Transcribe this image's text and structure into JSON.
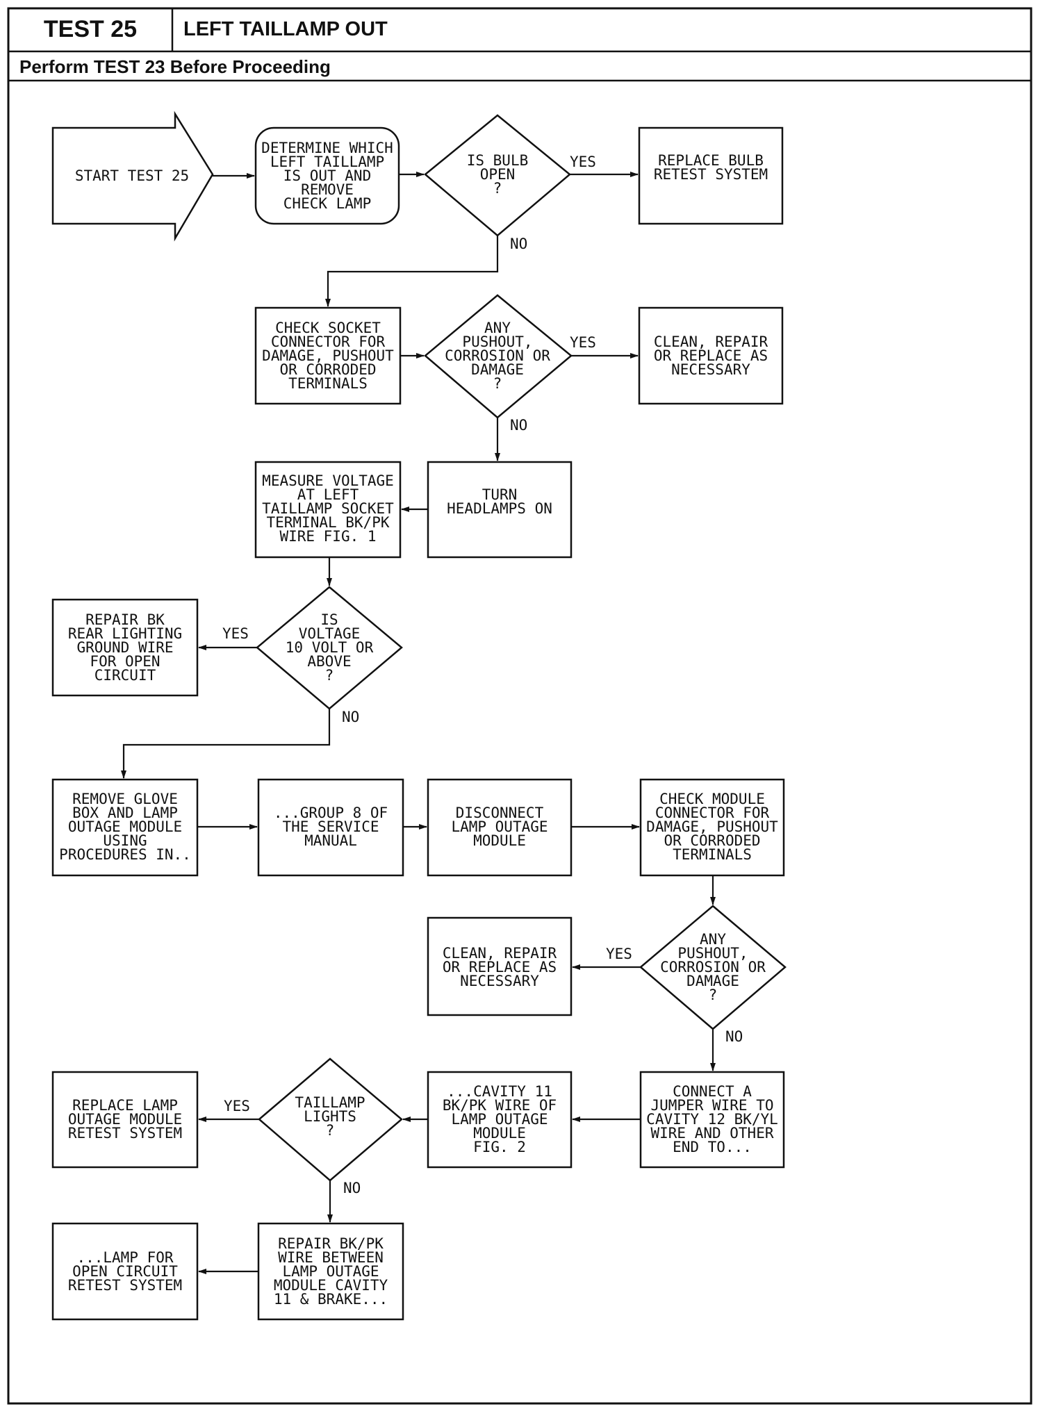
{
  "header": {
    "test_id": "TEST 25",
    "title": "LEFT TAILLAMP OUT",
    "prerequisite": "Perform TEST 23 Before Proceeding"
  },
  "nodes": {
    "start": [
      "START TEST 25"
    ],
    "determine": [
      "DETERMINE WHICH",
      "LEFT TAILLAMP",
      "IS OUT AND",
      "REMOVE",
      "CHECK LAMP"
    ],
    "bulb_open": [
      "IS BULB",
      "OPEN",
      "?"
    ],
    "replace_bulb": [
      "REPLACE BULB",
      "RETEST SYSTEM"
    ],
    "check_socket": [
      "CHECK SOCKET",
      "CONNECTOR FOR",
      "DAMAGE, PUSHOUT",
      "OR CORRODED",
      "TERMINALS"
    ],
    "any_pushout_1": [
      "ANY",
      "PUSHOUT,",
      "CORROSION OR",
      "DAMAGE",
      "?"
    ],
    "clean_repair_1": [
      "CLEAN, REPAIR",
      "OR REPLACE AS",
      "NECESSARY"
    ],
    "turn_headlamps": [
      "TURN",
      "HEADLAMPS ON"
    ],
    "measure_voltage": [
      "MEASURE VOLTAGE",
      "AT LEFT",
      "TAILLAMP SOCKET",
      "TERMINAL BK/PK",
      "WIRE FIG. 1"
    ],
    "is_voltage": [
      "IS",
      "VOLTAGE",
      "10 VOLT OR",
      "ABOVE",
      "?"
    ],
    "repair_ground": [
      "REPAIR BK",
      "REAR LIGHTING",
      "GROUND WIRE",
      "FOR OPEN",
      "CIRCUIT"
    ],
    "remove_glove": [
      "REMOVE GLOVE",
      "BOX AND LAMP",
      "OUTAGE MODULE",
      "USING",
      "PROCEDURES IN.."
    ],
    "group8": [
      "...GROUP 8 OF",
      "THE SERVICE",
      "MANUAL"
    ],
    "disconnect": [
      "DISCONNECT",
      "LAMP OUTAGE",
      "MODULE"
    ],
    "check_module": [
      "CHECK MODULE",
      "CONNECTOR FOR",
      "DAMAGE, PUSHOUT",
      "OR CORRODED",
      "TERMINALS"
    ],
    "any_pushout_2": [
      "ANY",
      "PUSHOUT,",
      "CORROSION OR",
      "DAMAGE",
      "?"
    ],
    "clean_repair_2": [
      "CLEAN, REPAIR",
      "OR REPLACE AS",
      "NECESSARY"
    ],
    "connect_jumper": [
      "CONNECT A",
      "JUMPER WIRE TO",
      "CAVITY 12 BK/YL",
      "WIRE AND OTHER",
      "END TO..."
    ],
    "cavity11": [
      "...CAVITY 11",
      "BK/PK WIRE OF",
      "LAMP OUTAGE",
      "MODULE",
      "FIG. 2"
    ],
    "taillamp_lights": [
      "TAILLAMP",
      "LIGHTS",
      "?"
    ],
    "replace_module": [
      "REPLACE LAMP",
      "OUTAGE MODULE",
      "RETEST SYSTEM"
    ],
    "repair_bkpk": [
      "REPAIR BK/PK",
      "WIRE BETWEEN",
      "LAMP OUTAGE",
      "MODULE CAVITY",
      "11 & BRAKE..."
    ],
    "lamp_open": [
      "...LAMP FOR",
      "OPEN CIRCUIT",
      "RETEST SYSTEM"
    ]
  },
  "edge_labels": {
    "yes": "YES",
    "no": "NO"
  }
}
